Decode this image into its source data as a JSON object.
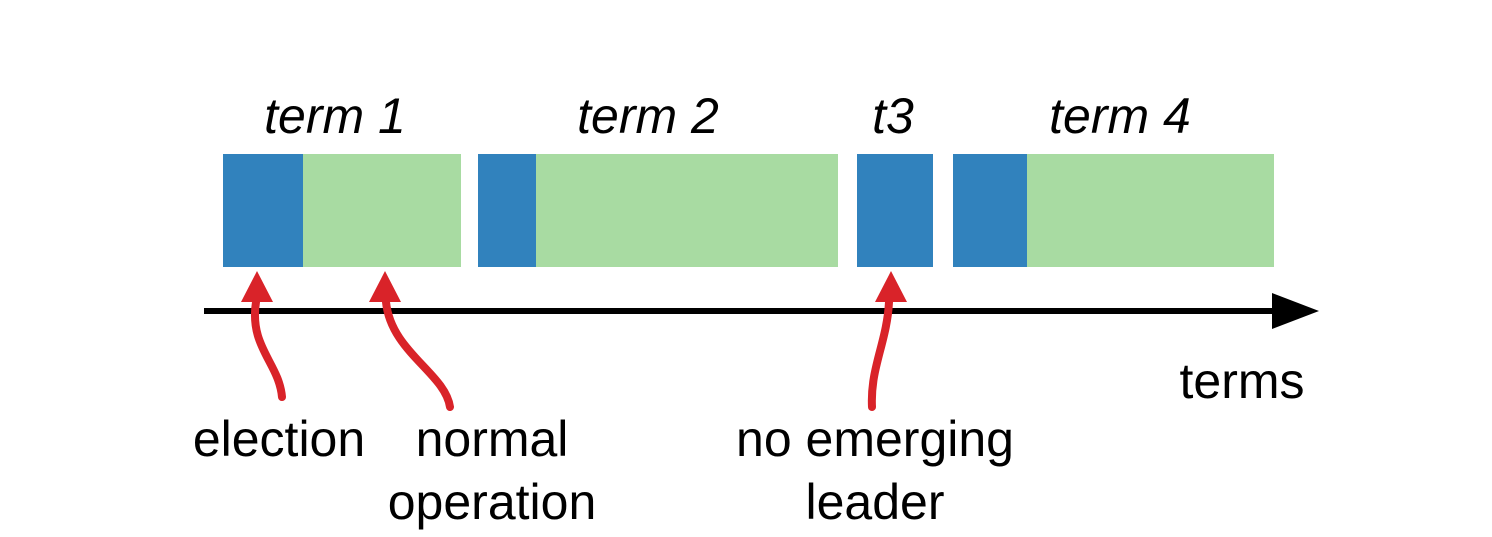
{
  "diagram": {
    "name": "raft-terms-timeline",
    "axis_label": "terms",
    "terms": [
      {
        "id": "term-1",
        "label": "term 1",
        "has_election": true,
        "has_normal_operation": true
      },
      {
        "id": "term-2",
        "label": "term 2",
        "has_election": true,
        "has_normal_operation": true
      },
      {
        "id": "term-3",
        "label": "t3",
        "has_election": true,
        "has_normal_operation": false
      },
      {
        "id": "term-4",
        "label": "term 4",
        "has_election": true,
        "has_normal_operation": true
      }
    ],
    "annotations": [
      {
        "id": "election",
        "lines": [
          "election"
        ],
        "points_to": "term-1-election-segment"
      },
      {
        "id": "normal-operation",
        "lines": [
          "normal",
          "operation"
        ],
        "points_to": "term-1-normal-operation-segment"
      },
      {
        "id": "no-emerging-leader",
        "lines": [
          "no emerging",
          "leader"
        ],
        "points_to": "term-3-election-segment"
      }
    ]
  },
  "colors": {
    "election": "#3182bd",
    "normal_operation": "#a8dba2",
    "annotation_arrow": "#d92329",
    "axis": "#000000",
    "text": "#000000"
  }
}
